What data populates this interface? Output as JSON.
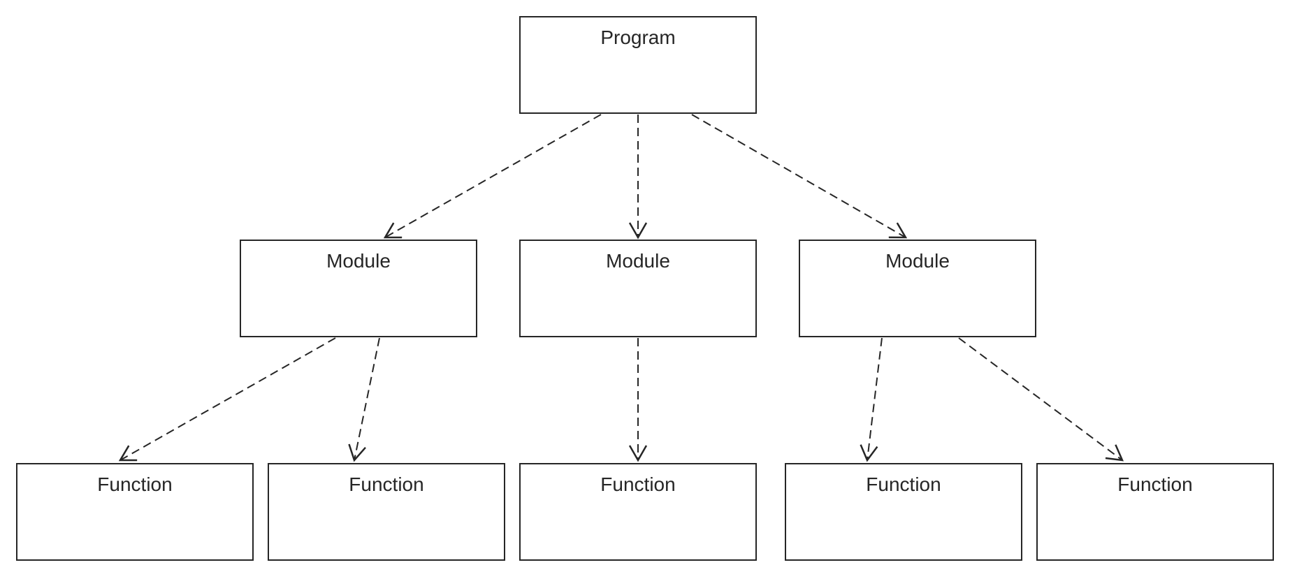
{
  "diagram": {
    "type": "hierarchy",
    "nodes": {
      "program": {
        "label": "Program",
        "level": 1
      },
      "module_1": {
        "label": "Module",
        "level": 2
      },
      "module_2": {
        "label": "Module",
        "level": 2
      },
      "module_3": {
        "label": "Module",
        "level": 2
      },
      "function_1": {
        "label": "Function",
        "level": 3
      },
      "function_2": {
        "label": "Function",
        "level": 3
      },
      "function_3": {
        "label": "Function",
        "level": 3
      },
      "function_4": {
        "label": "Function",
        "level": 3
      },
      "function_5": {
        "label": "Function",
        "level": 3
      }
    },
    "edges": [
      {
        "from": "program",
        "to": "module_1",
        "line": "dashed",
        "arrow": "open"
      },
      {
        "from": "program",
        "to": "module_2",
        "line": "dashed",
        "arrow": "open"
      },
      {
        "from": "program",
        "to": "module_3",
        "line": "dashed",
        "arrow": "open"
      },
      {
        "from": "module_1",
        "to": "function_1",
        "line": "dashed",
        "arrow": "open"
      },
      {
        "from": "module_1",
        "to": "function_2",
        "line": "dashed",
        "arrow": "open"
      },
      {
        "from": "module_2",
        "to": "function_3",
        "line": "dashed",
        "arrow": "open"
      },
      {
        "from": "module_3",
        "to": "function_4",
        "line": "dashed",
        "arrow": "open"
      },
      {
        "from": "module_3",
        "to": "function_5",
        "line": "dashed",
        "arrow": "open"
      }
    ],
    "colors": {
      "stroke": "#262626",
      "node_fill": "#ffffff",
      "text": "#262626",
      "background": "#ffffff"
    }
  }
}
